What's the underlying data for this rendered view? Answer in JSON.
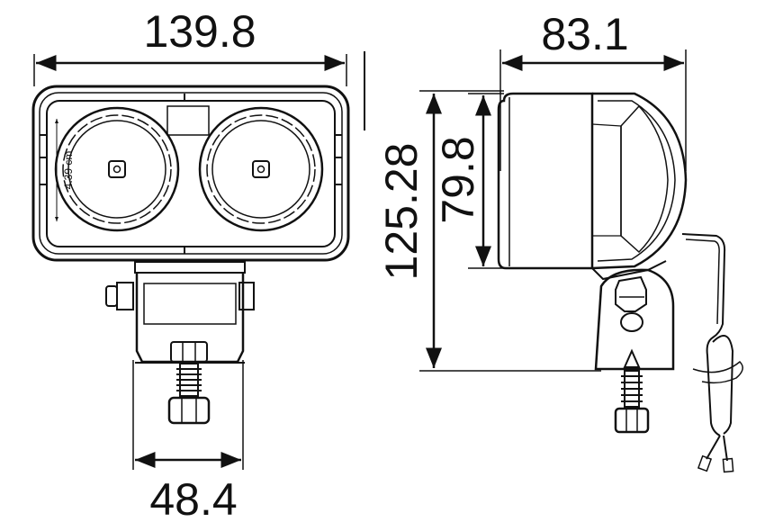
{
  "dimensions": {
    "width": "139.8",
    "height_total": "125.28",
    "height_lens": "79.8",
    "depth": "83.1",
    "bracket_width": "48.4",
    "lens_diameter": "4.39 cm"
  }
}
